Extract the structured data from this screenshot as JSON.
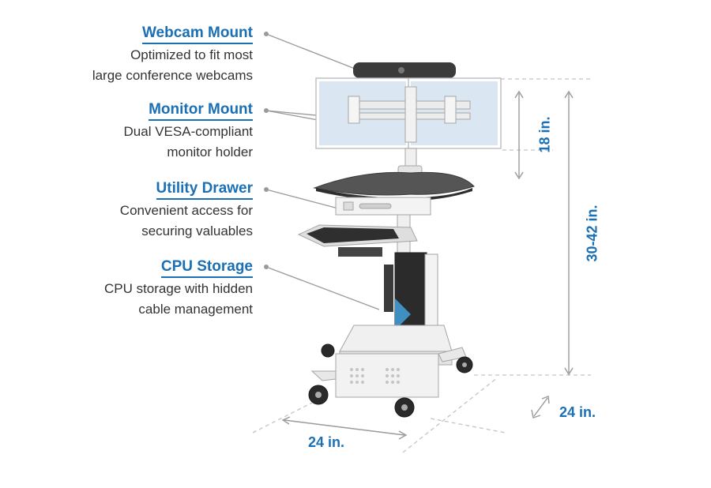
{
  "callouts": [
    {
      "title": "Webcam Mount",
      "desc": [
        "Optimized to fit most",
        "large conference webcams"
      ]
    },
    {
      "title": "Monitor Mount",
      "desc": [
        "Dual VESA-compliant",
        "monitor holder"
      ]
    },
    {
      "title": "Utility Drawer",
      "desc": [
        "Convenient access for",
        "securing valuables"
      ]
    },
    {
      "title": "CPU Storage",
      "desc": [
        "CPU storage with hidden",
        "cable management"
      ]
    }
  ],
  "dimensions": {
    "monitor_height": "18 in.",
    "total_height": "30-42 in.",
    "width": "24 in.",
    "depth": "24 in."
  },
  "colors": {
    "accent": "#1a6fb5",
    "text": "#333333",
    "guide": "#bfbfbf"
  }
}
